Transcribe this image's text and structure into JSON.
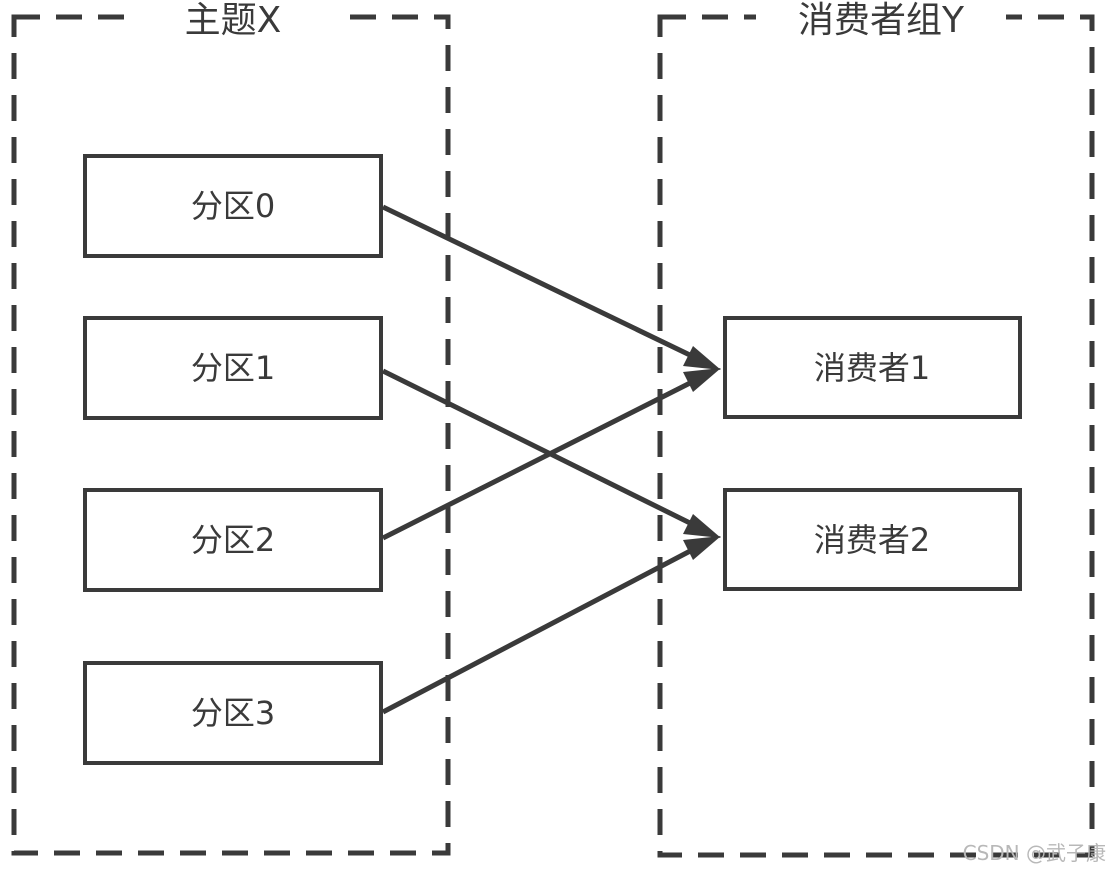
{
  "topic": {
    "title": "主题X",
    "partitions": [
      "分区0",
      "分区1",
      "分区2",
      "分区3"
    ]
  },
  "consumer_group": {
    "title": "消费者组Y",
    "consumers": [
      "消费者1",
      "消费者2"
    ]
  },
  "assignments": [
    {
      "from": "分区0",
      "to": "消费者1"
    },
    {
      "from": "分区1",
      "to": "消费者2"
    },
    {
      "from": "分区2",
      "to": "消费者1"
    },
    {
      "from": "分区3",
      "to": "消费者2"
    }
  ],
  "colors": {
    "stroke": "#3a3a3a",
    "background": "#ffffff",
    "watermark": "#b8b8b8"
  },
  "watermark": "CSDN @武子康"
}
